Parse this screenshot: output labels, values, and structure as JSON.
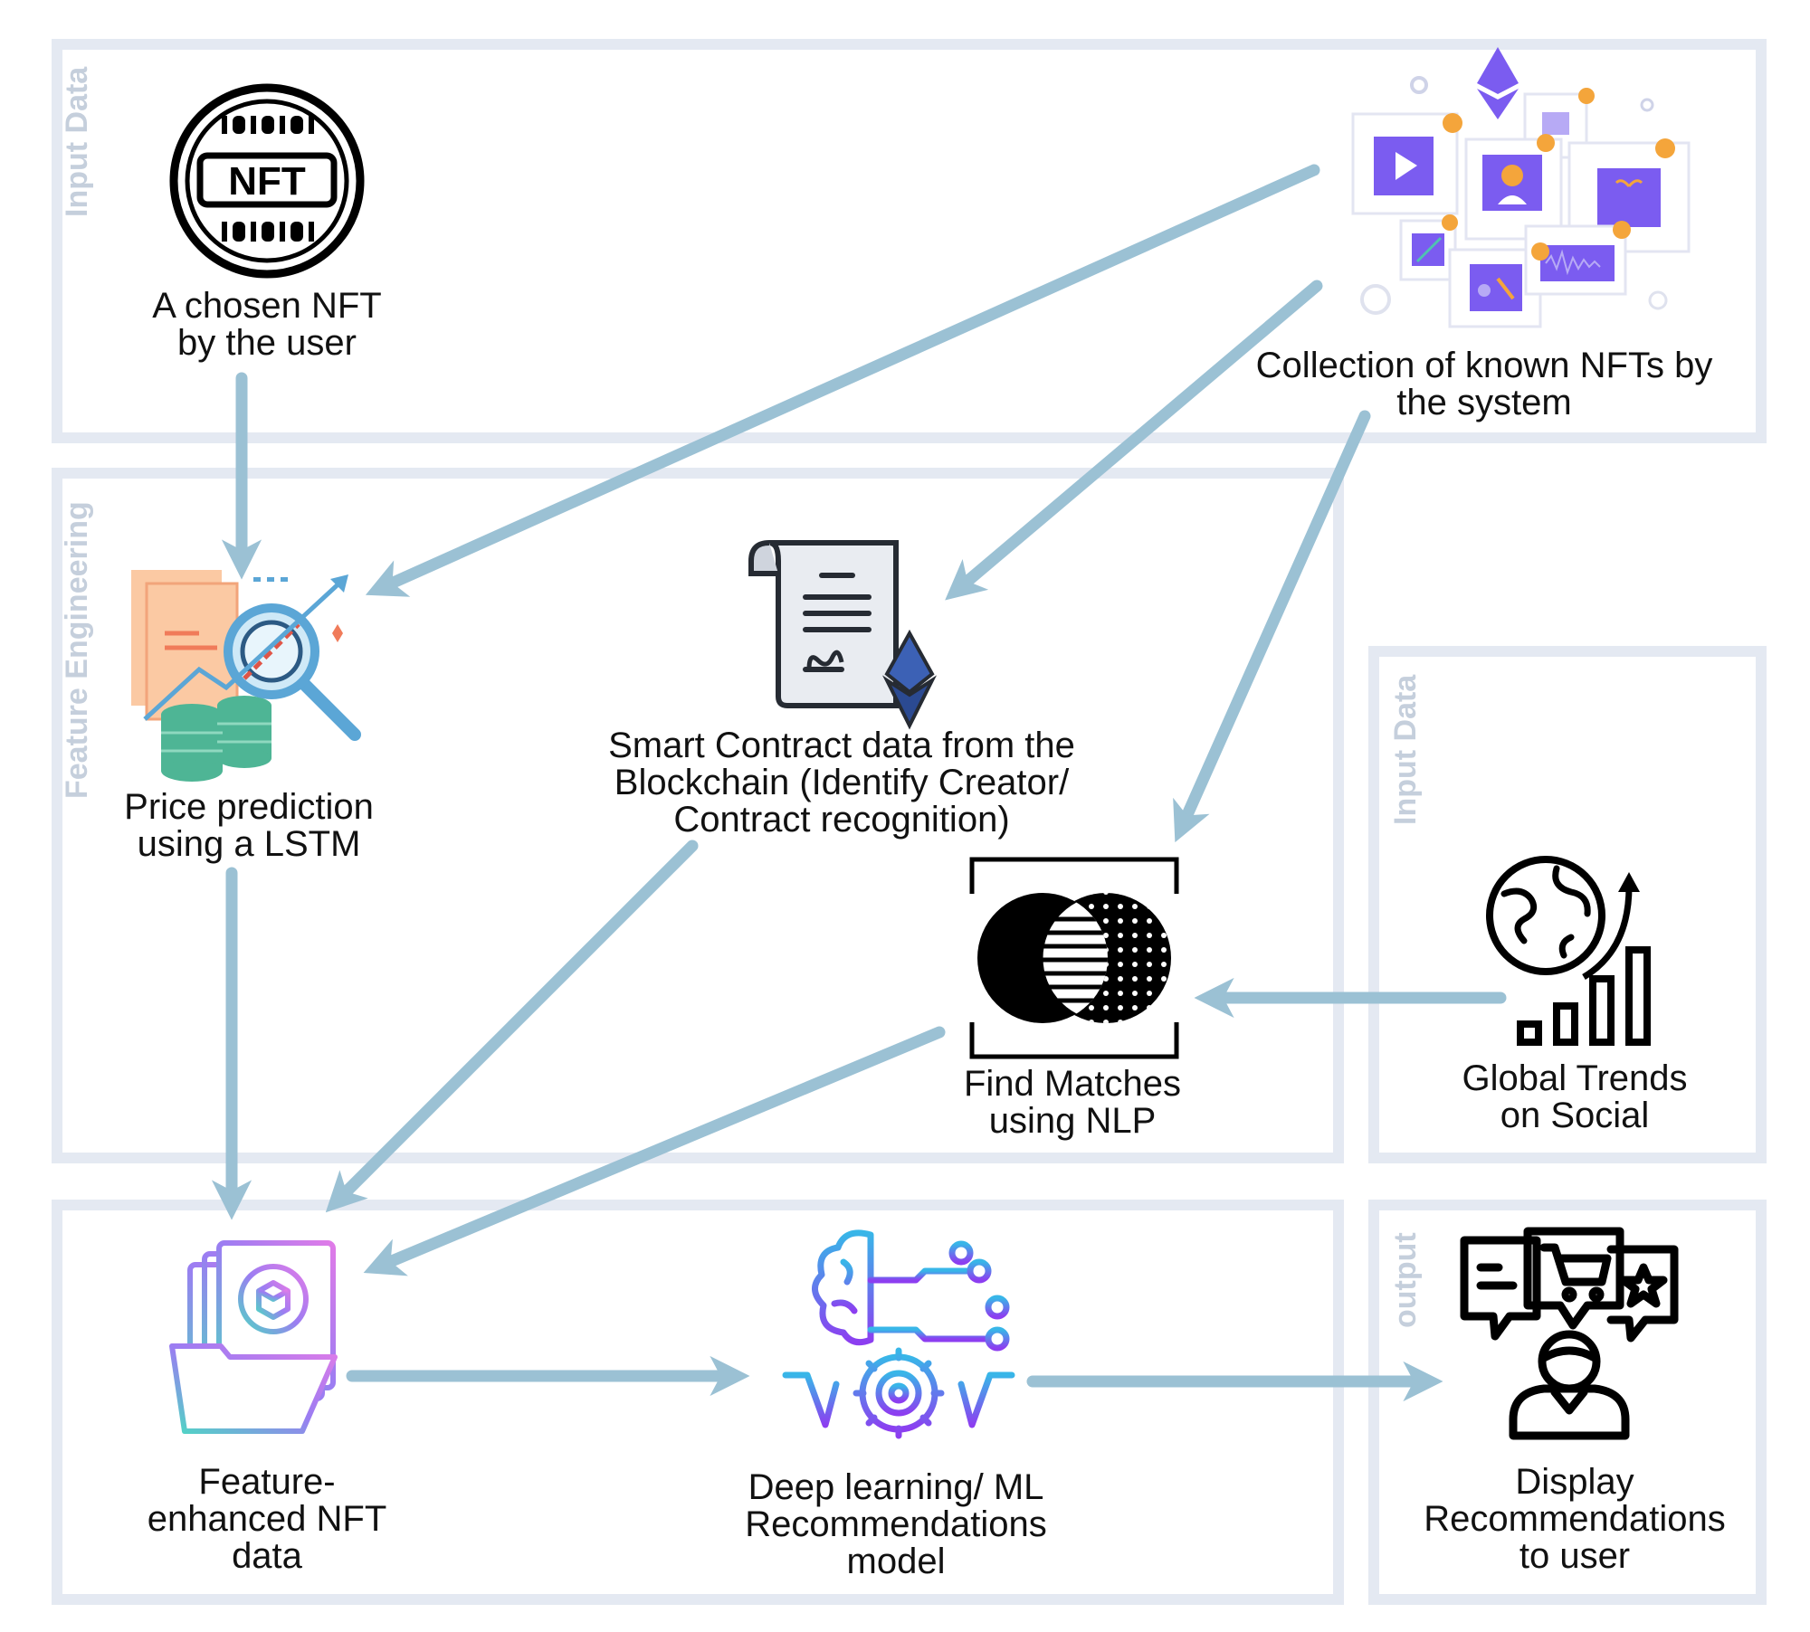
{
  "panels": {
    "input_data_top": "Input Data",
    "feature_engineering": "Feature Engineering",
    "input_data_right": "Input Data",
    "output": "output"
  },
  "nodes": {
    "chosen_nft": {
      "label": "A chosen NFT\nby the user",
      "icon": "nft-coin-icon",
      "icon_text": "NFT"
    },
    "collection": {
      "label": "Collection of known NFTs by\nthe system",
      "icon": "nft-collection-icon"
    },
    "price_prediction": {
      "label": "Price prediction\nusing a LSTM",
      "icon": "price-analysis-icon"
    },
    "smart_contract": {
      "label": "Smart Contract data from the\nBlockchain (Identify Creator/\nContract recognition)",
      "icon": "smart-contract-icon"
    },
    "find_matches": {
      "label": "Find Matches\nusing NLP",
      "icon": "venn-match-icon"
    },
    "global_trends": {
      "label": "Global Trends\non Social",
      "icon": "global-trends-icon"
    },
    "feature_enhanced": {
      "label": "Feature-\nenhanced NFT\ndata",
      "icon": "feature-folder-icon"
    },
    "ml_model": {
      "label": "Deep learning/ ML\nRecommendations\nmodel",
      "icon": "ai-brain-gear-icon"
    },
    "display": {
      "label": "Display\nRecommendations\nto user",
      "icon": "user-recommendation-icon"
    }
  },
  "edges": [
    {
      "from": "chosen_nft",
      "to": "price_prediction"
    },
    {
      "from": "collection",
      "to": "price_prediction"
    },
    {
      "from": "collection",
      "to": "smart_contract"
    },
    {
      "from": "collection",
      "to": "find_matches"
    },
    {
      "from": "global_trends",
      "to": "find_matches"
    },
    {
      "from": "price_prediction",
      "to": "feature_enhanced"
    },
    {
      "from": "smart_contract",
      "to": "feature_enhanced"
    },
    {
      "from": "find_matches",
      "to": "feature_enhanced"
    },
    {
      "from": "feature_enhanced",
      "to": "ml_model"
    },
    {
      "from": "ml_model",
      "to": "display"
    }
  ],
  "colors": {
    "arrow": "#9bc1d4",
    "panel_border": "#e4e9f2",
    "panel_title": "#c5cfdc",
    "accent_purple": "#7b5cf0",
    "accent_teal": "#4fc3b1"
  }
}
